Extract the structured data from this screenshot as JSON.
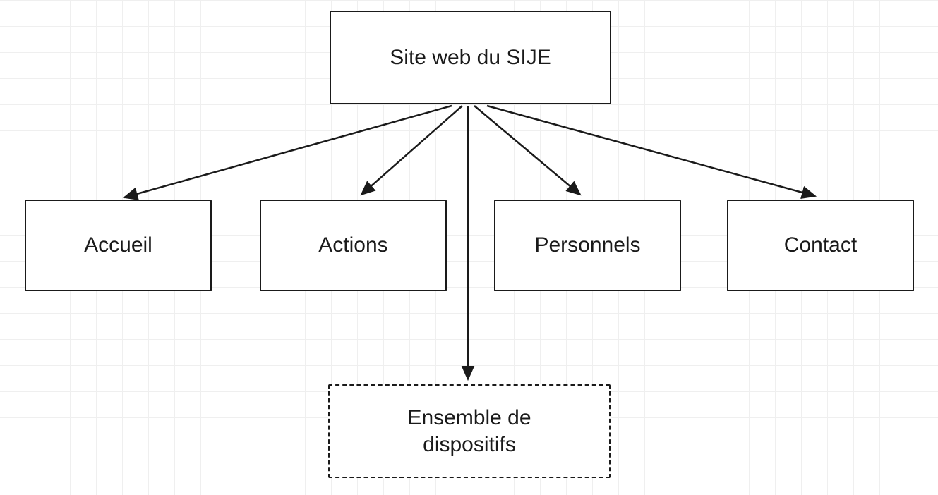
{
  "diagram": {
    "title_node": {
      "label": "Site web du SIJE"
    },
    "children": [
      {
        "id": "accueil",
        "label": "Accueil"
      },
      {
        "id": "actions",
        "label": "Actions"
      },
      {
        "id": "personnels",
        "label": "Personnels"
      },
      {
        "id": "contact",
        "label": "Contact"
      }
    ],
    "dashed_node": {
      "label": "Ensemble de dispositifs"
    },
    "colors": {
      "stroke": "#1a1a1a",
      "background": "#ffffff",
      "grid": "#efefef"
    }
  }
}
